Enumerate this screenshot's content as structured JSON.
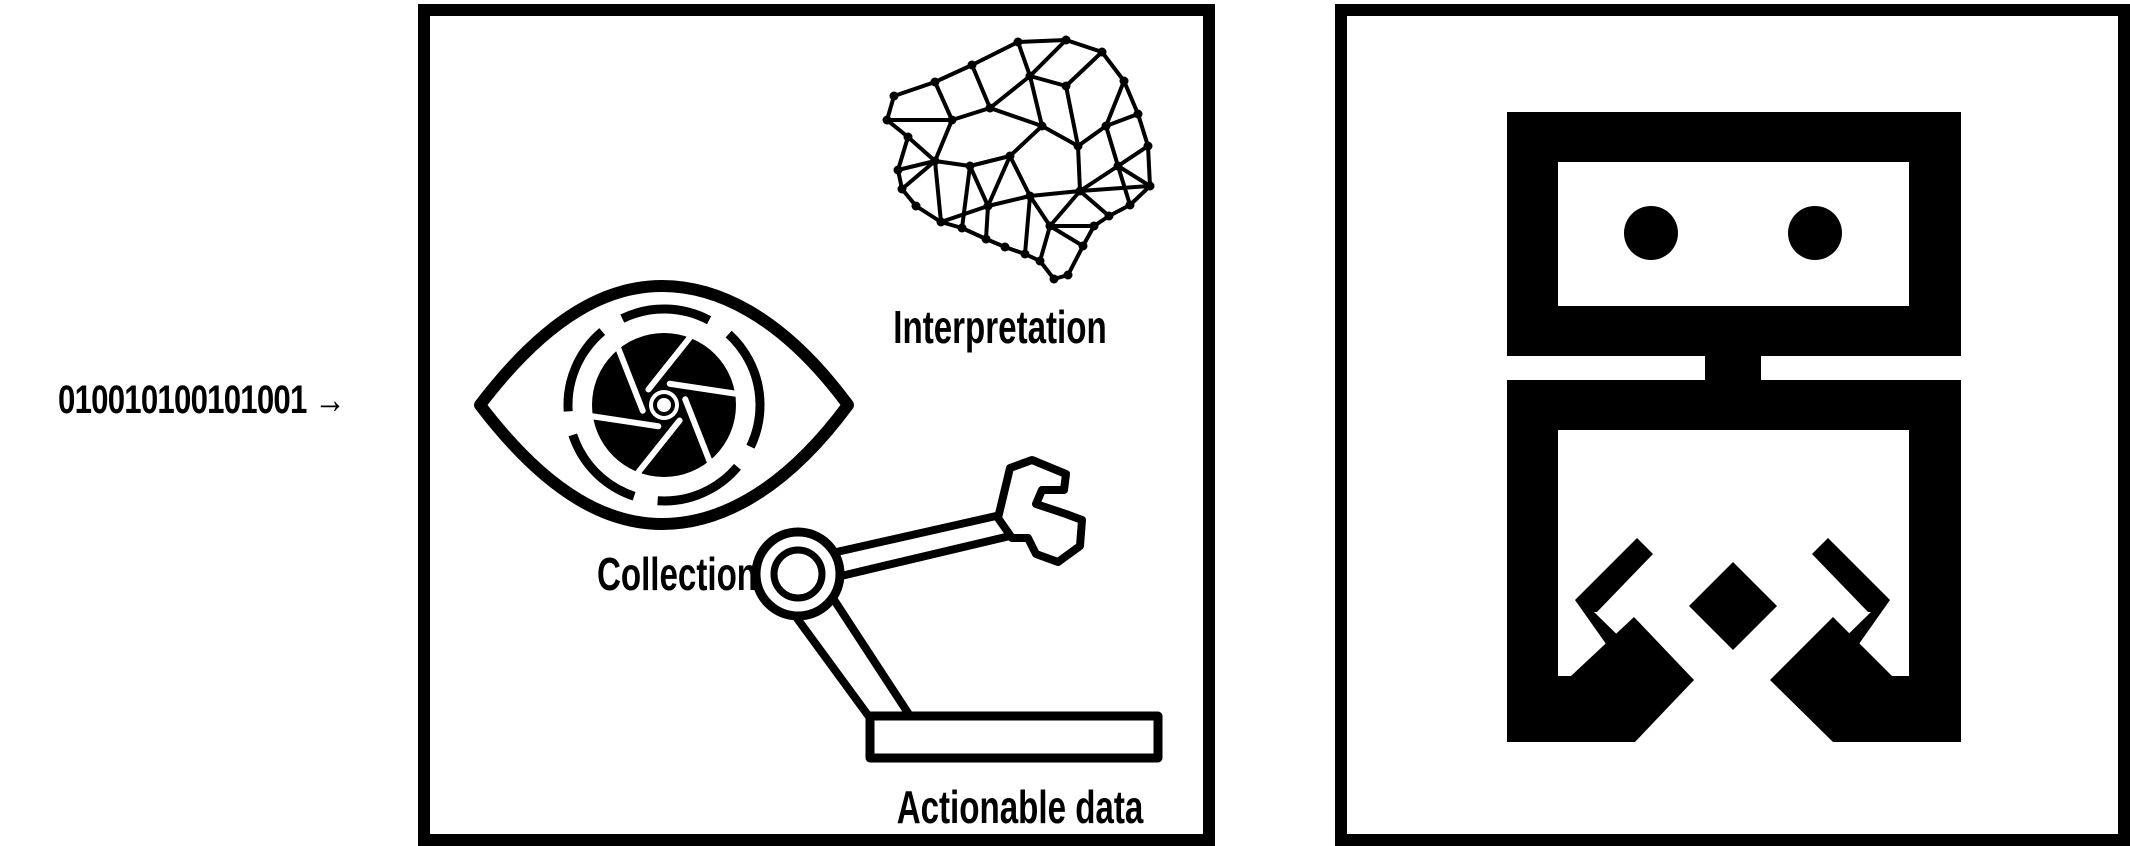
{
  "input": {
    "binary_text": "010010100101001 →"
  },
  "stages": {
    "interpretation": "Interpretation",
    "collection": "Collection",
    "actionable": "Actionable data"
  },
  "icons": {
    "brain": "brain-network-icon",
    "eye": "eye-shutter-icon",
    "arm": "robotic-arm-icon",
    "robot": "robot-logo-icon"
  },
  "colors": {
    "ink": "#000000",
    "background": "#ffffff"
  }
}
